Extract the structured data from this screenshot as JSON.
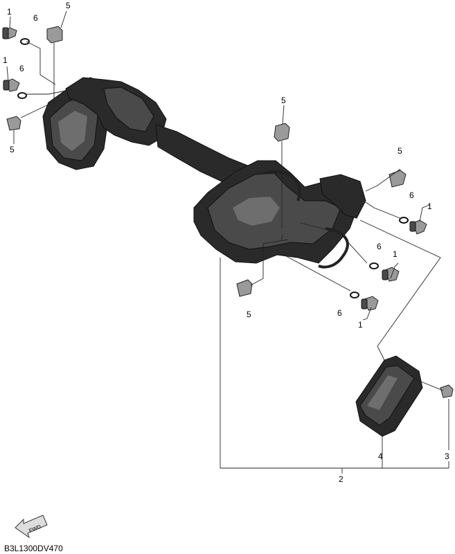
{
  "diagram": {
    "callouts": {
      "c1a": "1",
      "c6a": "6",
      "c5a": "5",
      "c1b": "1",
      "c6b": "6",
      "c5b": "5",
      "c5c": "5",
      "c5d": "5",
      "c6d": "6",
      "c1d": "1",
      "c6e": "6",
      "c1e": "1",
      "c5f": "5",
      "c6g": "6",
      "c1g": "1",
      "c4": "4",
      "c3": "3",
      "c2": "2"
    },
    "fwd_label": "FWD",
    "drawing_code": "B3L1300DV470"
  }
}
